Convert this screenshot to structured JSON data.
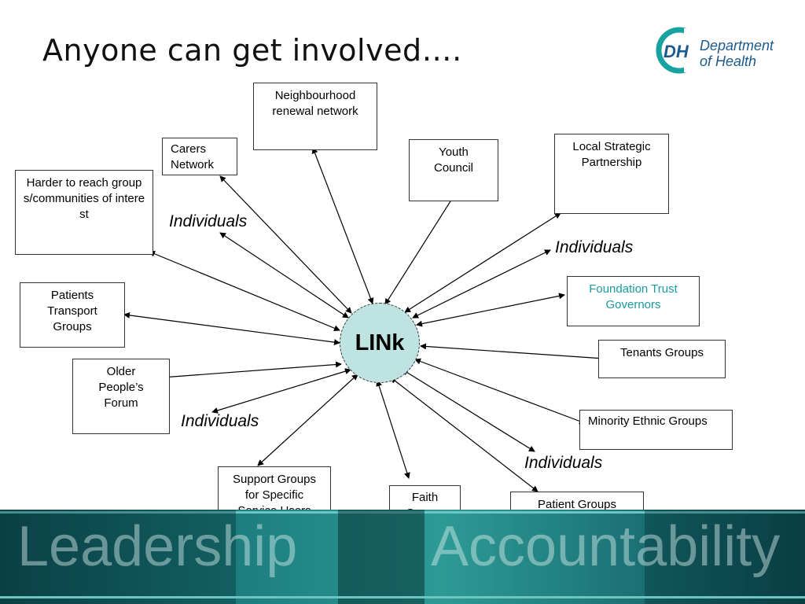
{
  "title": "Anyone can get involved….",
  "logo": {
    "mark": "DH",
    "line1": "Department",
    "line2": "of Health"
  },
  "center_label": "LINk",
  "boxes": {
    "neighbourhood": "Neighbourhood renewal network",
    "carers": "Carers Network",
    "harder": "Harder to reach groups/communities of interest",
    "youth": "Youth Council",
    "lsp": "Local Strategic Partnership",
    "patients_transport": "Patients Transport Groups",
    "foundation": "Foundation Trust Governors",
    "tenants": "Tenants Groups",
    "older": "Older People’s Forum",
    "minority": "Minority Ethnic Groups",
    "support": "Support Groups for Specific Service Users",
    "faith": "Faith Groups",
    "patient_groups": "Patient Groups"
  },
  "individuals": [
    "Individuals",
    "Individuals",
    "Individuals",
    "Individuals"
  ],
  "footer_words": [
    "Leadership",
    "Accountability"
  ],
  "colors": {
    "center_fill": "#bfe3e1",
    "teal_text": "#1a9aa0",
    "footer": "#1e7e80",
    "logo": "#1c5a8c"
  }
}
